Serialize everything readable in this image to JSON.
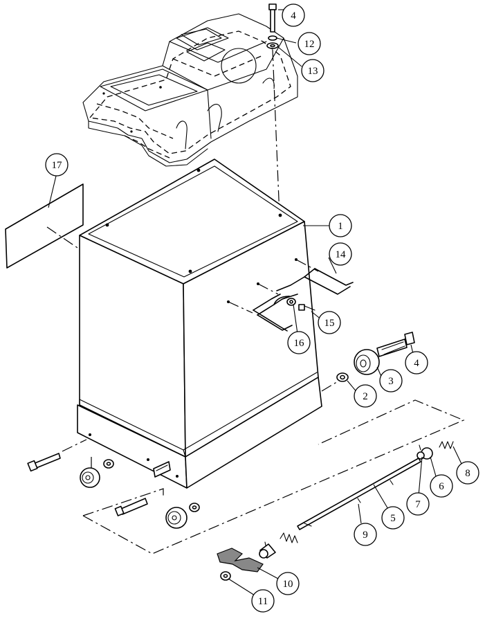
{
  "callouts": [
    {
      "id": "c1",
      "label": "1"
    },
    {
      "id": "c2",
      "label": "2"
    },
    {
      "id": "c3",
      "label": "3"
    },
    {
      "id": "c4a",
      "label": "4"
    },
    {
      "id": "c4b",
      "label": "4"
    },
    {
      "id": "c5",
      "label": "5"
    },
    {
      "id": "c6",
      "label": "6"
    },
    {
      "id": "c7",
      "label": "7"
    },
    {
      "id": "c8",
      "label": "8"
    },
    {
      "id": "c9",
      "label": "9"
    },
    {
      "id": "c10",
      "label": "10"
    },
    {
      "id": "c11",
      "label": "11"
    },
    {
      "id": "c12",
      "label": "12"
    },
    {
      "id": "c13",
      "label": "13"
    },
    {
      "id": "c14",
      "label": "14"
    },
    {
      "id": "c15",
      "label": "15"
    },
    {
      "id": "c16",
      "label": "16"
    },
    {
      "id": "c17",
      "label": "17"
    }
  ]
}
